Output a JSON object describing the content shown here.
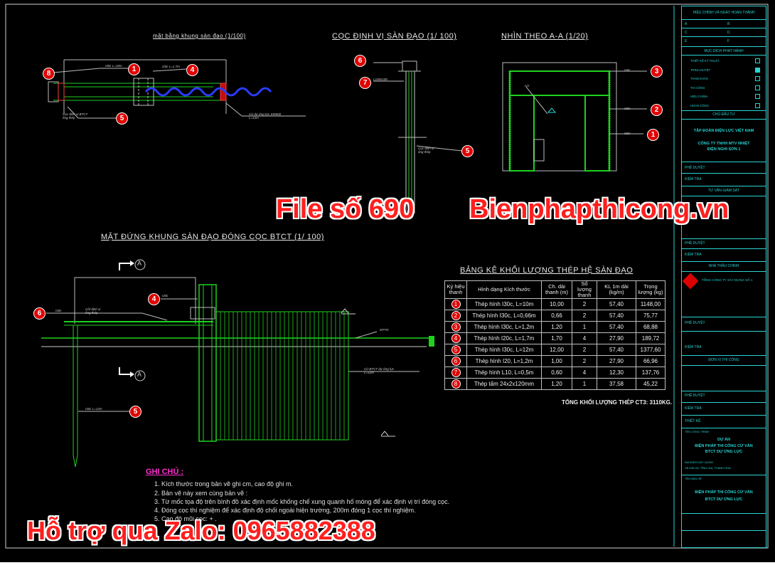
{
  "titles": {
    "plan": "mặt bằng khung sàn đạo (1/100)",
    "pile_locator": "CỌC ĐỊNH VỊ SÀN ĐẠO (1/ 100)",
    "section_aa": "NHÌN THEO A-A (1/20)",
    "elevation": "MẶT ĐỨNG KHUNG SÀN ĐẠO ĐÓNG CỌC BTCT (1/ 100)",
    "table": "BẢNG KÊ KHỐI LƯỢNG THÉP HỆ SÀN ĐẠO"
  },
  "table": {
    "headers": [
      "Ký hiệu thanh",
      "Hình dạng Kích thước",
      "Ch. dài thanh (m)",
      "Số lượng thanh",
      "KL 1m dài (kg/m)",
      "Trọng lượng (kg)"
    ],
    "rows": [
      [
        "1",
        "Thép hình I30c, L=10m",
        "10,00",
        "2",
        "57,40",
        "1148,00"
      ],
      [
        "2",
        "Thép hình I30c, L=0,66m",
        "0,66",
        "2",
        "57,40",
        "75,77"
      ],
      [
        "3",
        "Thép hình I30c, L=1,2m",
        "1,20",
        "1",
        "57,40",
        "68,88"
      ],
      [
        "4",
        "Thép hình I20c, L=1,7m",
        "1,70",
        "4",
        "27,90",
        "189,72"
      ],
      [
        "5",
        "Thép hình I30c, L=12m",
        "12,00",
        "2",
        "57,40",
        "1377,60"
      ],
      [
        "6",
        "Thép hình I20, L=1,2m",
        "1,00",
        "2",
        "27,90",
        "66,96"
      ],
      [
        "7",
        "Thép hình L10, L=0,5m",
        "0,60",
        "4",
        "12,30",
        "137,76"
      ],
      [
        "8",
        "Thép tấm 24x2x120mm",
        "1,20",
        "1",
        "37,58",
        "45,22"
      ]
    ],
    "total": "TỔNG KHỐI LƯỢNG THÉP CT3: 3110KG."
  },
  "notes": {
    "heading": "GHI CHÚ :",
    "items": [
      "1. Kích thước trong bản vẽ ghi cm, cao độ ghi m.",
      "2. Bản vẽ này xem cùng bản vẽ :",
      "3. Từ mốc tọa độ trên bình đồ xác định mốc khống chế xung quanh hố móng để xác định vị trí đóng cọc.",
      "4. Đóng cọc thí nghiệm để xác định độ chối ngoài hiện trường, 200m đóng 1 cọc thí nghiệm.",
      "5. Cao độ mũi cọc: + ."
    ]
  },
  "watermarks": {
    "file": "File số 690",
    "site": "Bienphapthicong.vn",
    "zalo": "Hỗ trợ qua Zalo: 0965882388"
  },
  "markers": {
    "section_a": "A"
  },
  "title_block": {
    "revision_header": "HIỆU CHỈNH VÀ NGÀY HOÀN THÀNH",
    "rev_a": "A",
    "rev_b": "B",
    "rev_c": "C",
    "rev_d": "D",
    "rev_e": "E",
    "rev_f": "F",
    "purpose_header": "MỤC ĐÍCH PHÁT HÀNH",
    "purpose_items": [
      "THIẾT KẾ KỸ THUẬT",
      "TRÌNH DUYỆT",
      "THAM KHẢO",
      "THI CÔNG",
      "HIỆU CHỈNH",
      "HOÀN CÔNG"
    ],
    "owner_header": "CHỦ ĐẦU TƯ",
    "owner1": "TẬP ĐOÀN ĐIỆN LỰC VIỆT NAM",
    "owner2": "CÔNG TY TNHH MTV NHIỆT",
    "owner3": "ĐIỆN NGHI SƠN 1",
    "approver": "PHÊ DUYỆT",
    "checker": "KIỂM TRA",
    "supervisor_header": "TƯ VẤN GIÁM SÁT",
    "contractor_header": "NHÀ THẦU CHÍNH",
    "contractor_small": "TỔNG CÔNG TY XÂY DỰNG SỐ 1",
    "constructor_header": "ĐƠN VỊ THI CÔNG",
    "designer": "THIẾT KẾ",
    "project_label": "TÊN CÔNG TRÌNH",
    "project1": "DỰ ÁN",
    "project2": "BIỆN PHÁP THI CÔNG CỪ VÁN",
    "project3": "BTCT DỰ ỨNG LỰC",
    "location_label": "ĐỊA ĐIỂM XÂY DỰNG",
    "location": "XÃ HẢI HÀ, TĨNH GIA, THANH HÓA",
    "drawing_label": "TÊN BẢN VẼ",
    "drawing1": "BIỆN PHÁP THI CÔNG CỪ VÁN",
    "drawing2": "BTCT DỰ ỨNG LỰC"
  }
}
